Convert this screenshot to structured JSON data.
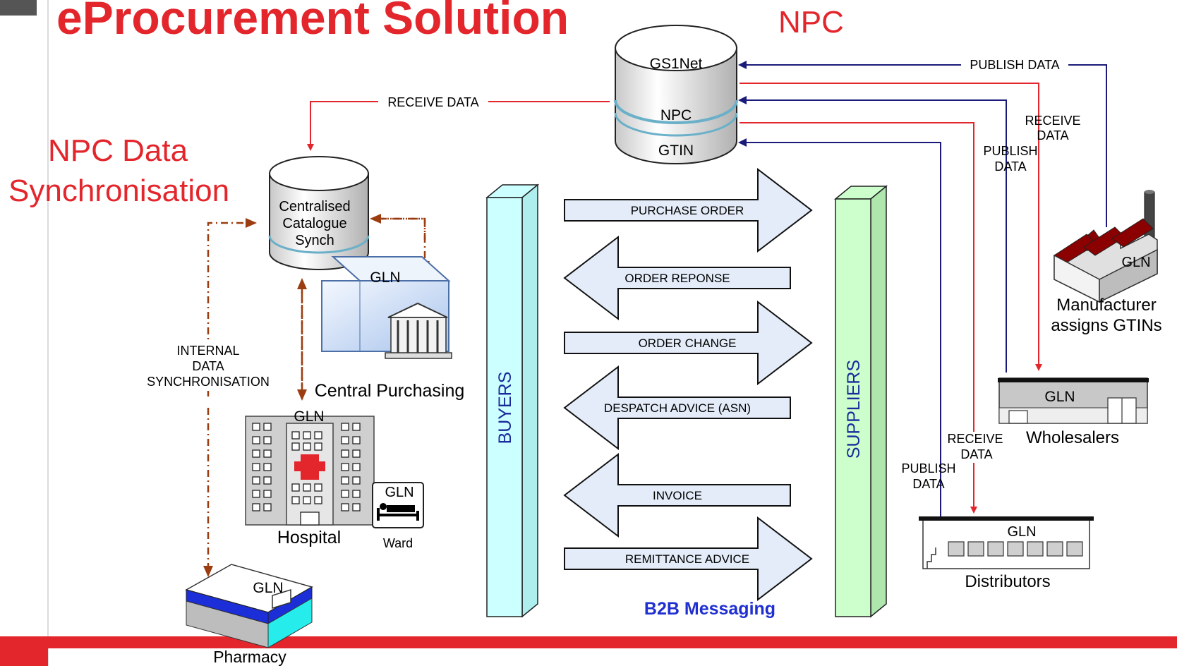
{
  "title": "eProcurement Solution",
  "npc_heading": "NPC",
  "subtitle_line1": "NPC Data",
  "subtitle_line2": "Synchronisation",
  "npc_db": {
    "top": "GS1Net",
    "middle": "NPC",
    "bottom": "GTIN"
  },
  "catalogue_db": {
    "line1": "Centralised",
    "line2": "Catalogue",
    "line3": "Synch"
  },
  "flows": {
    "receive_left": "RECEIVE DATA",
    "publish_top": "PUBLISH DATA",
    "receive_mfr": [
      "RECEIVE",
      "DATA"
    ],
    "publish_whl": [
      "PUBLISH",
      "DATA"
    ],
    "receive_dist": [
      "RECEIVE",
      "DATA"
    ],
    "publish_dist": [
      "PUBLISH",
      "DATA"
    ],
    "internal": [
      "INTERNAL",
      "DATA",
      "SYNCHRONISATION"
    ]
  },
  "gln": "GLN",
  "locations": {
    "central_purchasing": "Central Purchasing",
    "hospital": "Hospital",
    "ward": "Ward",
    "pharmacy": "Pharmacy",
    "manufacturer": [
      "Manufacturer",
      "assigns GTINs"
    ],
    "wholesalers": "Wholesalers",
    "distributors": "Distributors"
  },
  "buyers": "BUYERS",
  "suppliers": "SUPPLIERS",
  "messages": [
    {
      "label": "PURCHASE ORDER",
      "direction": "right"
    },
    {
      "label": "ORDER REPONSE",
      "direction": "left"
    },
    {
      "label": "ORDER CHANGE",
      "direction": "right"
    },
    {
      "label": "DESPATCH ADVICE (ASN)",
      "direction": "left"
    },
    {
      "label": "INVOICE",
      "direction": "left"
    },
    {
      "label": "REMITTANCE ADVICE",
      "direction": "right"
    }
  ],
  "b2b": "B2B Messaging",
  "colors": {
    "title_red": "#e3262c",
    "receive_line": "#e3262c",
    "publish_line": "#1a1a7a",
    "internal_line": "#9b3d10",
    "buyers_bar": "#ccffff",
    "suppliers_bar": "#ccffcc",
    "message_arrow": "#e3ecf8",
    "bottom_band": "#e3262c"
  }
}
